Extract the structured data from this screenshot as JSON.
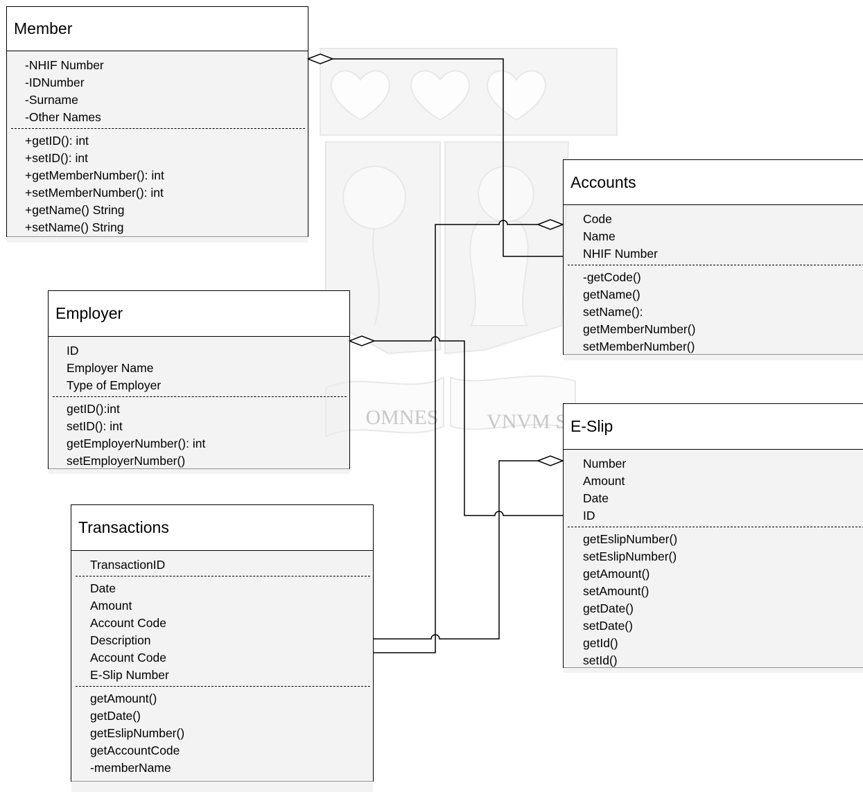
{
  "classes": {
    "member": {
      "name": "Member",
      "attributes": [
        "-NHIF Number",
        "-IDNumber",
        "-Surname",
        "-Other Names"
      ],
      "methods": [
        "+getID(): int",
        "+setID(): int",
        "+getMemberNumber(): int",
        "+setMemberNumber(): int",
        "+getName() String",
        "+setName() String"
      ]
    },
    "accounts": {
      "name": "Accounts",
      "attributes": [
        "Code",
        "Name",
        "NHIF Number"
      ],
      "methods": [
        "-getCode()",
        "getName()",
        "setName():",
        "getMemberNumber()",
        "setMemberNumber()"
      ]
    },
    "employer": {
      "name": "Employer",
      "attributes": [
        "ID",
        "Employer Name",
        "Type of Employer"
      ],
      "methods": [
        "getID():int",
        "setID(): int",
        "getEmployerNumber(): int",
        "setEmployerNumber()"
      ]
    },
    "eslip": {
      "name": "E-Slip",
      "attributes": [
        "Number",
        "Amount",
        "Date",
        "ID"
      ],
      "methods": [
        "getEslipNumber()",
        "setEslipNumber()",
        "getAmount()",
        "setAmount()",
        "getDate()",
        "setDate()",
        "getId()",
        "setId()"
      ]
    },
    "transactions": {
      "name": "Transactions",
      "key_attribute": "TransactionID",
      "attributes": [
        "Date",
        "Amount",
        "Account Code",
        "Description",
        "Account Code",
        "E-Slip Number"
      ],
      "methods": [
        "getAmount()",
        "getDate()",
        "getEslipNumber()",
        "getAccountCode",
        "-memberName"
      ]
    }
  },
  "watermark": {
    "banner_left": "OMNES",
    "banner_right": "VNVM S"
  }
}
